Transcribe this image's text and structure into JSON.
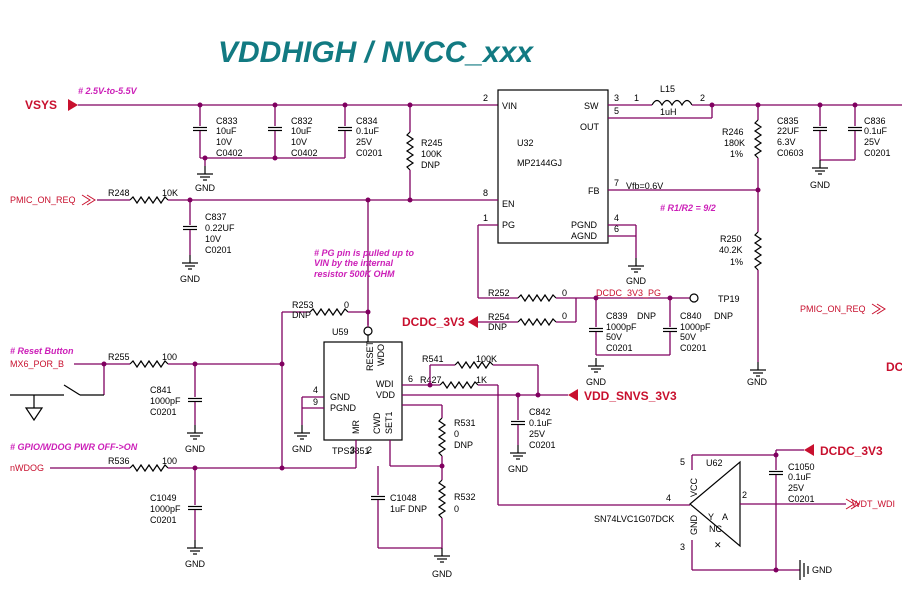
{
  "title": "VDDHIGH / NVCC_xxx",
  "nets": {
    "vsys": "VSYS",
    "pmic_on_req_left": "PMIC_ON_REQ",
    "pmic_on_req_right": "PMIC_ON_REQ",
    "mx6_por_b": "MX6_POR_B",
    "nwdog": "nWDOG",
    "dcdc_3v3_a": "DCDC_3V3",
    "dcdc_3v3_b": "DCDC_3V3",
    "dcdc_3v3_pg": "DCDC_3V3_PG",
    "vdd_snvs_3v3": "VDD_SNVS_3V3",
    "wdt_wdi": "WDT_WDI",
    "dc_cut": "DC",
    "tp19": "TP19"
  },
  "notes": {
    "vsys_range": "#  2.5V-to-5.5V",
    "pg_note_1": "# PG pin is pulled up to",
    "pg_note_2": "VIN by the internal",
    "pg_note_3": "resistor 500K OHM",
    "reset_button": "# Reset Button",
    "gpio_wdog": "# GPIO/WDOG PWR OFF->ON",
    "ratio": "# R1/R2 = 9/2",
    "vfb": "Vfb=0.6V"
  },
  "gnd": "GND",
  "u32": {
    "ref": "U32",
    "part": "MP2144GJ",
    "pins": {
      "vin": "VIN",
      "sw": "SW",
      "out": "OUT",
      "en": "EN",
      "fb": "FB",
      "pg": "PG",
      "pgnd": "PGND",
      "agnd": "AGND"
    },
    "nums": {
      "vin": "2",
      "sw": "3",
      "out": "5",
      "en": "8",
      "fb": "7",
      "pg": "1",
      "pgnd": "4",
      "agnd": "6"
    }
  },
  "u59": {
    "ref": "U59",
    "part": "TPS3851",
    "pins": {
      "reset": "RESET",
      "wdo": "WDO",
      "wdi": "WDI",
      "vdd": "VDD",
      "gnd": "GND",
      "pgnd": "PGND",
      "mr": "MR",
      "cwd": "CWD",
      "set1": "SET1"
    },
    "nums": {
      "vdd": "6",
      "gnd": "4",
      "pgnd": "9",
      "mr": "3",
      "cwd": "2"
    }
  },
  "u62": {
    "ref": "U62",
    "part": "SN74LVC1G07DCK",
    "pins": {
      "vcc": "VCC",
      "gnd": "GND",
      "nc": "NC",
      "y": "Y",
      "a": "A"
    },
    "nums": {
      "vcc": "5",
      "y": "4",
      "a": "2",
      "gnd": "3"
    }
  },
  "l15": {
    "ref": "L15",
    "value": "1uH",
    "pin1": "1",
    "pin2": "2"
  },
  "capacitors": {
    "c833": [
      "C833",
      "10uF",
      "10V",
      "C0402"
    ],
    "c832": [
      "C832",
      "10uF",
      "10V",
      "C0402"
    ],
    "c834": [
      "C834",
      "0.1uF",
      "25V",
      "C0201"
    ],
    "c837": [
      "C837",
      "0.22UF",
      "10V",
      "C0201"
    ],
    "c835": [
      "C835",
      "22UF",
      "6.3V",
      "C0603"
    ],
    "c836": [
      "C836",
      "0.1uF",
      "25V",
      "C0201"
    ],
    "c839": [
      "C839",
      "1000pF",
      "50V",
      "C0201"
    ],
    "c840": [
      "C840",
      "1000pF",
      "50V",
      "C0201"
    ],
    "c841": [
      "C841",
      "1000pF",
      "C0201"
    ],
    "c842": [
      "C842",
      "0.1uF",
      "25V",
      "C0201"
    ],
    "c1049": [
      "C1049",
      "1000pF",
      "C0201"
    ],
    "c1048": [
      "C1048",
      "1uF DNP"
    ],
    "c1050": [
      "C1050",
      "0.1uF",
      "25V",
      "C0201"
    ]
  },
  "dnp": "DNP",
  "resistors": {
    "r245": [
      "R245",
      "100K",
      "DNP"
    ],
    "r248": [
      "R248",
      "10K"
    ],
    "r246": [
      "R246",
      "180K",
      "1%"
    ],
    "r250": [
      "R250",
      "40.2K",
      "1%"
    ],
    "r252": [
      "R252",
      "0"
    ],
    "r254": [
      "R254",
      "DNP",
      "0"
    ],
    "r253": [
      "R253",
      "DNP",
      "0"
    ],
    "r255": [
      "R255",
      "100"
    ],
    "r536": [
      "R536",
      "100"
    ],
    "r541": [
      "R541",
      "100K"
    ],
    "r427": [
      "R427",
      "1K"
    ],
    "r531": [
      "R531",
      "0",
      "DNP"
    ],
    "r532": [
      "R532",
      "0"
    ]
  }
}
